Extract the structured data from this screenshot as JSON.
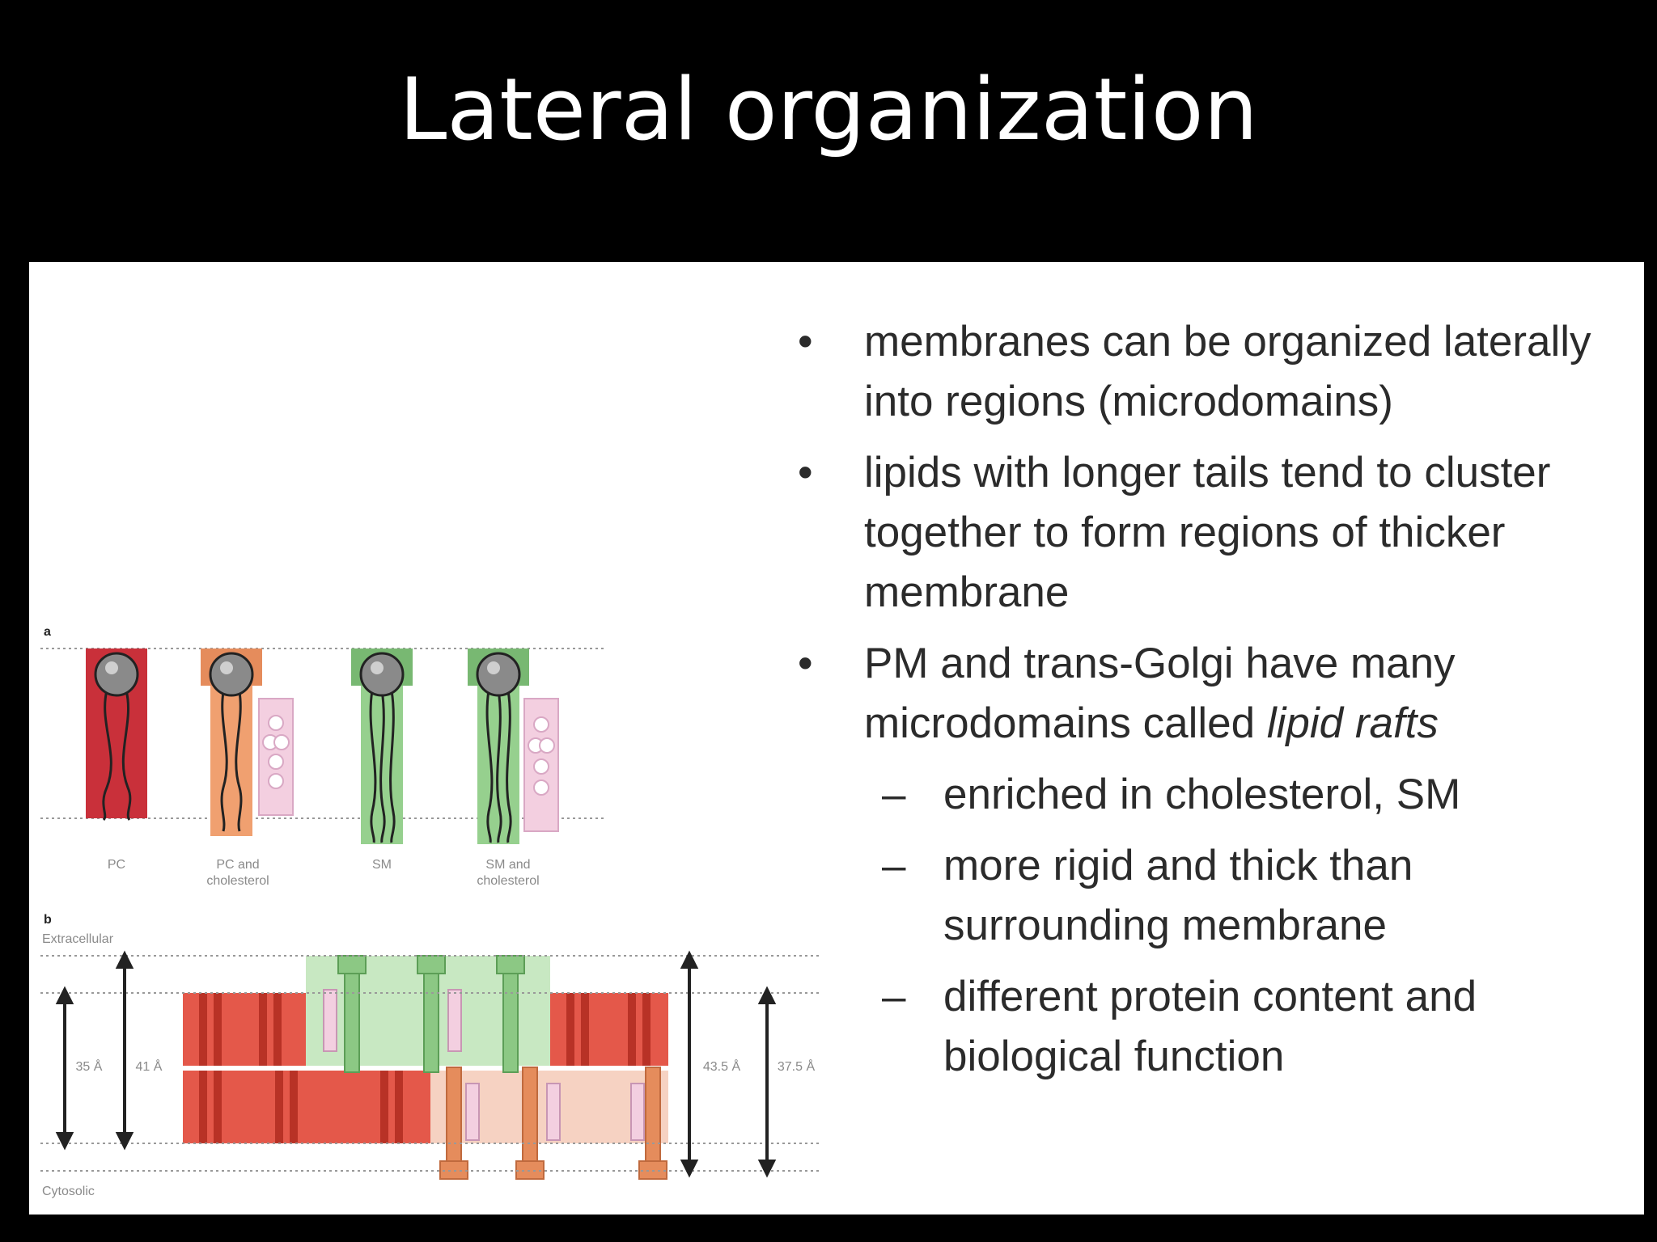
{
  "slide": {
    "title": "Lateral organization"
  },
  "figure": {
    "panel_a": {
      "letter": "a",
      "lipids": [
        {
          "name": "PC",
          "label_lines": [
            "PC"
          ],
          "color": "#c9303a"
        },
        {
          "name": "PC and cholesterol",
          "label_lines": [
            "PC and",
            "cholesterol"
          ],
          "color": "#f0a070"
        },
        {
          "name": "SM",
          "label_lines": [
            "SM"
          ],
          "color": "#96d08e"
        },
        {
          "name": "SM and cholesterol",
          "label_lines": [
            "SM and",
            "cholesterol"
          ],
          "color": "#96d08e"
        }
      ]
    },
    "panel_b": {
      "letter": "b",
      "top_label": "Extracellular",
      "bottom_label": "Cytosolic",
      "left_measurements": [
        "35 Å",
        "41 Å"
      ],
      "right_measurements": [
        "43.5 Å",
        "37.5 Å"
      ]
    }
  },
  "bullets": [
    {
      "marker": "•",
      "text": "membranes can be organized laterally into regions (microdomains)"
    },
    {
      "marker": "•",
      "text": "lipids with longer tails tend to cluster together to form regions of thicker membrane"
    },
    {
      "marker": "•",
      "text_before": "PM and trans-Golgi have many microdomains called ",
      "text_italic": "lipid rafts"
    }
  ],
  "sub_bullets": [
    {
      "marker": "–",
      "text": "enriched in cholesterol, SM"
    },
    {
      "marker": "–",
      "text": "more rigid and thick than surrounding membrane"
    },
    {
      "marker": "–",
      "text": "different protein content and biological function"
    }
  ],
  "colors": {
    "background": "#000000",
    "panel": "#ffffff",
    "pc": "#c9303a",
    "pc_cholesterol": "#f0a070",
    "sm": "#96d08e",
    "cholesterol": "#f3cfe0",
    "raft": "#c8e8c2",
    "non_raft": "#e4584a",
    "inner_leaflet": "#f6d2c2"
  }
}
